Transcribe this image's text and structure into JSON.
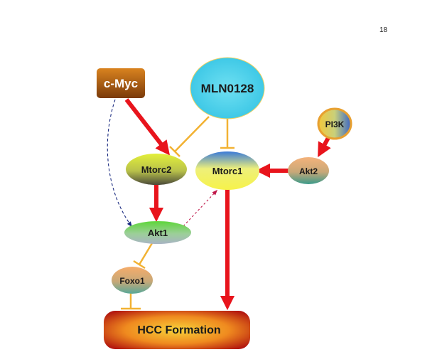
{
  "page": {
    "number": "18"
  },
  "diagram": {
    "nodes": {
      "cmyc": "c-Myc",
      "mln0128": "MLN0128",
      "pi3k": "PI3K",
      "mtorc2": "Mtorc2",
      "mtorc1": "Mtorc1",
      "akt2": "Akt2",
      "akt1": "Akt1",
      "foxo1": "Foxo1",
      "hcc": "HCC Formation"
    },
    "edges": [
      {
        "from": "c-Myc",
        "to": "Mtorc2",
        "type": "activation"
      },
      {
        "from": "c-Myc",
        "to": "Akt1",
        "type": "activation-dashed"
      },
      {
        "from": "MLN0128",
        "to": "Mtorc2",
        "type": "inhibition"
      },
      {
        "from": "MLN0128",
        "to": "Mtorc1",
        "type": "inhibition"
      },
      {
        "from": "PI3K",
        "to": "Akt2",
        "type": "activation"
      },
      {
        "from": "Akt2",
        "to": "Mtorc1",
        "type": "activation"
      },
      {
        "from": "Mtorc2",
        "to": "Akt1",
        "type": "activation"
      },
      {
        "from": "Akt1",
        "to": "Mtorc1",
        "type": "activation-dashed"
      },
      {
        "from": "Akt1",
        "to": "Foxo1",
        "type": "inhibition"
      },
      {
        "from": "Foxo1",
        "to": "HCC Formation",
        "type": "inhibition"
      },
      {
        "from": "Mtorc1",
        "to": "HCC Formation",
        "type": "activation"
      }
    ],
    "colors": {
      "activation": "#e8141c",
      "inhibition": "#f2b233",
      "dashed_cmyc": "#1a2a80",
      "dashed_akt1": "#c0184a"
    }
  }
}
